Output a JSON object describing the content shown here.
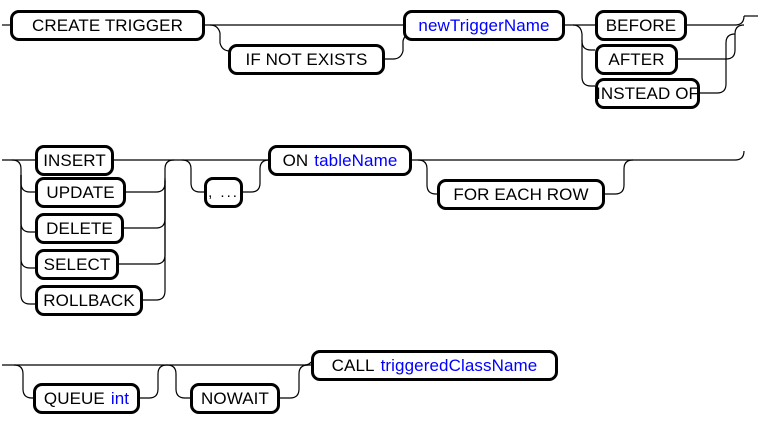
{
  "diagram": {
    "title": "CREATE TRIGGER",
    "type": "railroad-syntax-diagram",
    "colors": {
      "keyword": "#000000",
      "identifier": "#0000ff",
      "rail": "#000000",
      "background": "#ffffff",
      "box_border": "#000000"
    },
    "rows": [
      {
        "id": "row-1",
        "nodes": [
          {
            "id": "create-trigger",
            "label": "CREATE TRIGGER",
            "kind": "keyword"
          },
          {
            "id": "if-not-exists",
            "label": "IF NOT EXISTS",
            "kind": "keyword",
            "optional": true
          },
          {
            "id": "new-trigger-name",
            "label": "newTriggerName",
            "kind": "identifier"
          },
          {
            "id": "before",
            "label": "BEFORE",
            "kind": "keyword"
          },
          {
            "id": "after",
            "label": "AFTER",
            "kind": "keyword"
          },
          {
            "id": "instead-of",
            "label": "INSTEAD OF",
            "kind": "keyword"
          }
        ]
      },
      {
        "id": "row-2",
        "nodes": [
          {
            "id": "insert",
            "label": "INSERT",
            "kind": "keyword"
          },
          {
            "id": "update",
            "label": "UPDATE",
            "kind": "keyword"
          },
          {
            "id": "delete",
            "label": "DELETE",
            "kind": "keyword"
          },
          {
            "id": "select",
            "label": "SELECT",
            "kind": "keyword"
          },
          {
            "id": "rollback",
            "label": "ROLLBACK",
            "kind": "keyword"
          },
          {
            "id": "comma-repeat",
            "label": ", ...",
            "kind": "separator"
          },
          {
            "id": "on-table-name",
            "label_keyword": "ON",
            "label_identifier": "tableName",
            "kind": "mixed"
          },
          {
            "id": "for-each-row",
            "label": "FOR EACH ROW",
            "kind": "keyword",
            "optional": true
          }
        ]
      },
      {
        "id": "row-3",
        "nodes": [
          {
            "id": "queue-int",
            "label_keyword": "QUEUE",
            "label_identifier": "int",
            "kind": "mixed",
            "optional": true
          },
          {
            "id": "nowait",
            "label": "NOWAIT",
            "kind": "keyword",
            "optional": true
          },
          {
            "id": "call-triggered-class-name",
            "label_keyword": "CALL",
            "label_identifier": "triggeredClassName",
            "kind": "mixed"
          }
        ]
      }
    ],
    "labels": {
      "create_trigger": "CREATE TRIGGER",
      "if_not_exists": "IF NOT EXISTS",
      "new_trigger_name": "newTriggerName",
      "before": "BEFORE",
      "after": "AFTER",
      "instead_of": "INSTEAD OF",
      "insert": "INSERT",
      "update": "UPDATE",
      "delete": "DELETE",
      "select": "SELECT",
      "rollback": "ROLLBACK",
      "comma_repeat": ", ...",
      "on": "ON",
      "table_name": "tableName",
      "for_each_row": "FOR EACH ROW",
      "queue": "QUEUE",
      "int": "int",
      "nowait": "NOWAIT",
      "call": "CALL",
      "triggered_class_name": "triggeredClassName"
    }
  }
}
